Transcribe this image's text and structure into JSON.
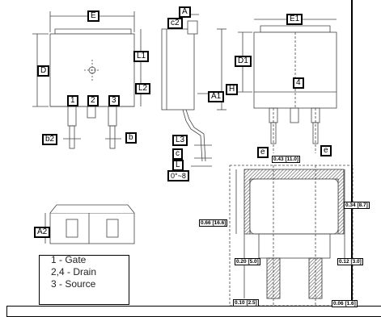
{
  "labels": {
    "E": "E",
    "A": "A",
    "c2": "c2",
    "E1": "E1",
    "D": "D",
    "L1": "L1",
    "D1": "D1",
    "four": "4",
    "H": "H",
    "A1": "A1",
    "L2": "L2",
    "pin1": "1",
    "pin2": "2",
    "pin3": "3",
    "b2": "b2",
    "b": "b",
    "L3": "L3",
    "c": "c",
    "L": "L",
    "angle": "0°~8",
    "e_left": "e",
    "e_right": "e",
    "A2": "A2"
  },
  "footprint": {
    "width": "0.43 [11.0]",
    "right_top": "0.34 [8.7]",
    "left_height": "0.66 [16.6]",
    "left_mid": "0.20 [5.0]",
    "right_mid": "0.12 [3.0]",
    "bottom_left": "0.10 [2.5]",
    "bottom_right": "0.06 [1.6]"
  },
  "legend": {
    "line1": "1 - Gate",
    "line2": "2,4 - Drain",
    "line3": "3 - Source"
  }
}
